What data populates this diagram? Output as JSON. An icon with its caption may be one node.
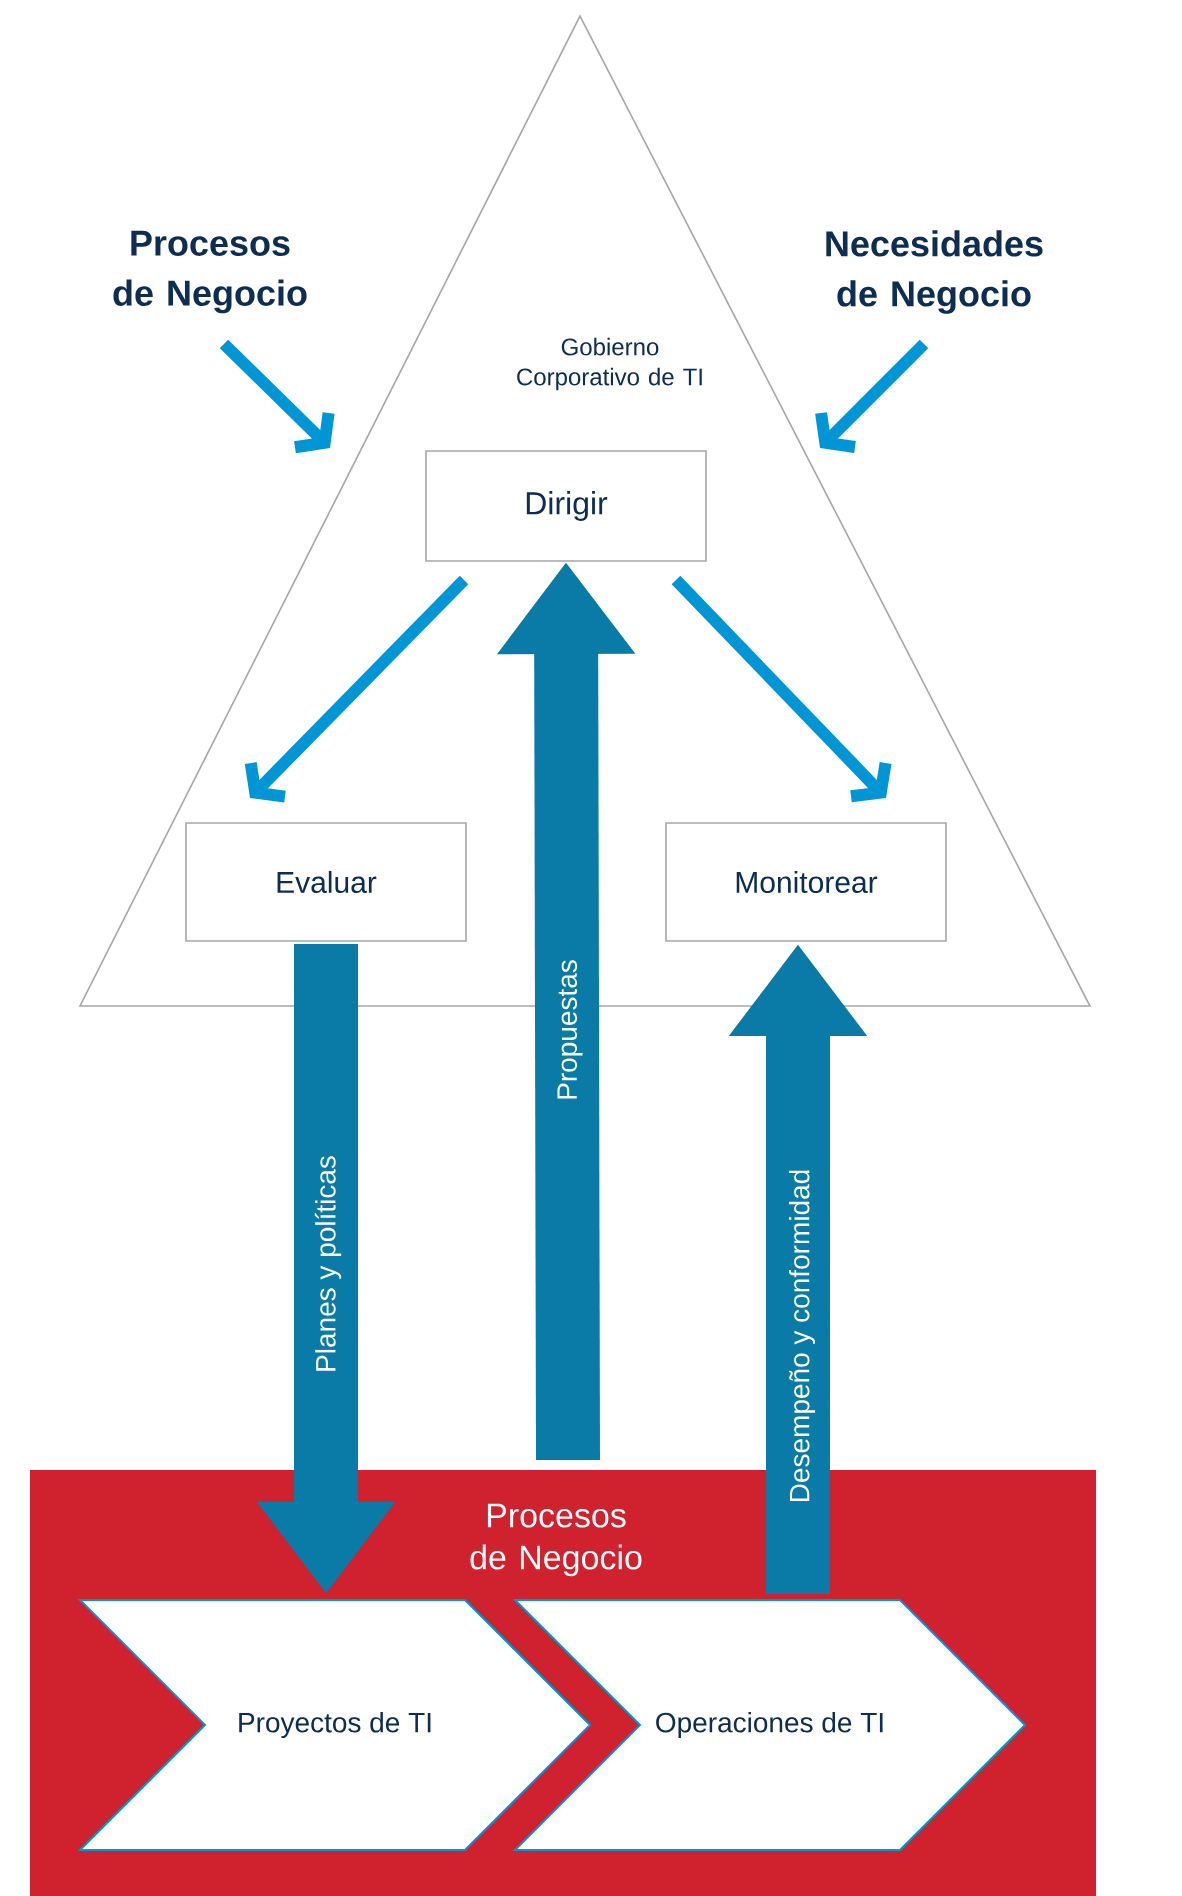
{
  "diagram": {
    "nodes": [
      {
        "text": [
          "Gobierno Corporativo de TI"
        ]
      },
      {
        "text": [
          "Dirigir"
        ],
        "in": 0
      },
      {
        "text": [
          "Evaluar"
        ],
        "in": 0
      },
      {
        "text": [
          "Monitorear"
        ],
        "in": 0
      },
      {
        "text": [
          "Procesos de Negocio"
        ]
      },
      {
        "text": [
          "Proyectos de TI"
        ],
        "in": 4
      },
      {
        "text": [
          "Operaciones de TI"
        ],
        "in": 4
      },
      {
        "text": [
          "Procesos de Negocio"
        ]
      },
      {
        "text": [
          "Necesidades de Negocio"
        ]
      }
    ],
    "edges": [
      {
        "from": 7,
        "to": 0,
        "arrow": "to"
      },
      {
        "from": 8,
        "to": 0,
        "arrow": "to"
      },
      {
        "from": 1,
        "to": 2,
        "arrow": "to"
      },
      {
        "from": 1,
        "to": 3,
        "arrow": "to"
      },
      {
        "from": 2,
        "to": 5,
        "arrow": "to",
        "label": "Planes y políticas",
        "style": "thick",
        "color": "#0a7aa6"
      },
      {
        "from": 4,
        "to": 1,
        "arrow": "to",
        "label": "Propuestas",
        "style": "thick",
        "color": "#0a7aa6"
      },
      {
        "from": 6,
        "to": 3,
        "arrow": "to",
        "label": "Desempeño y conformidad",
        "style": "thick",
        "color": "#0a7aa6"
      }
    ]
  }
}
